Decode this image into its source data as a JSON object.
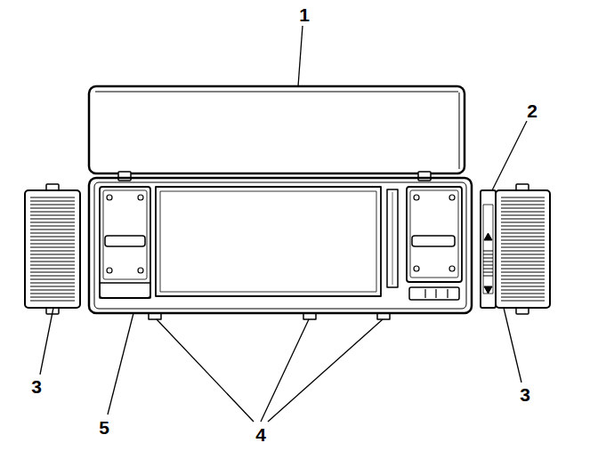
{
  "diagram": {
    "labels": [
      "1",
      "2",
      "3",
      "3",
      "4",
      "5"
    ]
  }
}
